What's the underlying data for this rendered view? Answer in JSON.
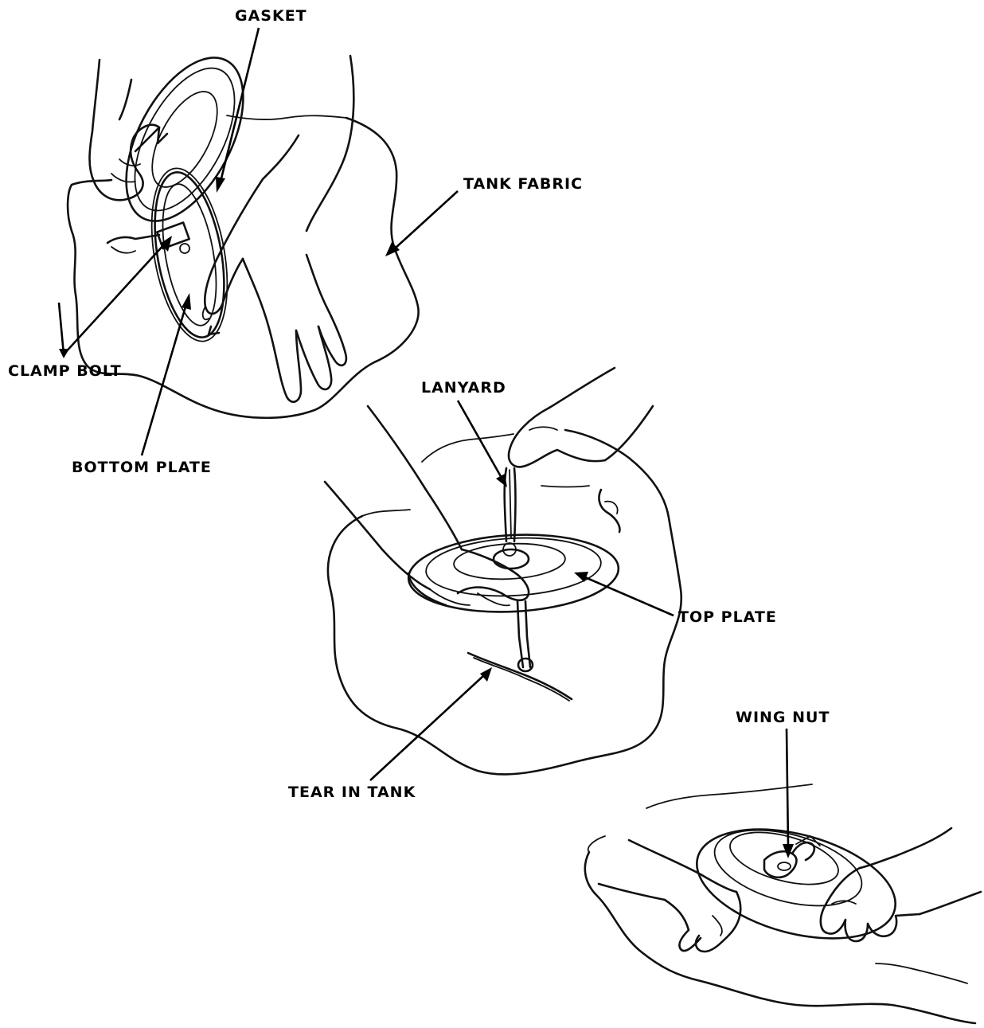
{
  "labels": {
    "gasket": "GASKET",
    "tank_fabric": "TANK FABRIC",
    "clamp_bolt": "CLAMP BOLT",
    "bottom_plate": "BOTTOM PLATE",
    "lanyard": "LANYARD",
    "top_plate": "TOP PLATE",
    "tear_in_tank": "TEAR IN TANK",
    "wing_nut": "WING NUT"
  }
}
